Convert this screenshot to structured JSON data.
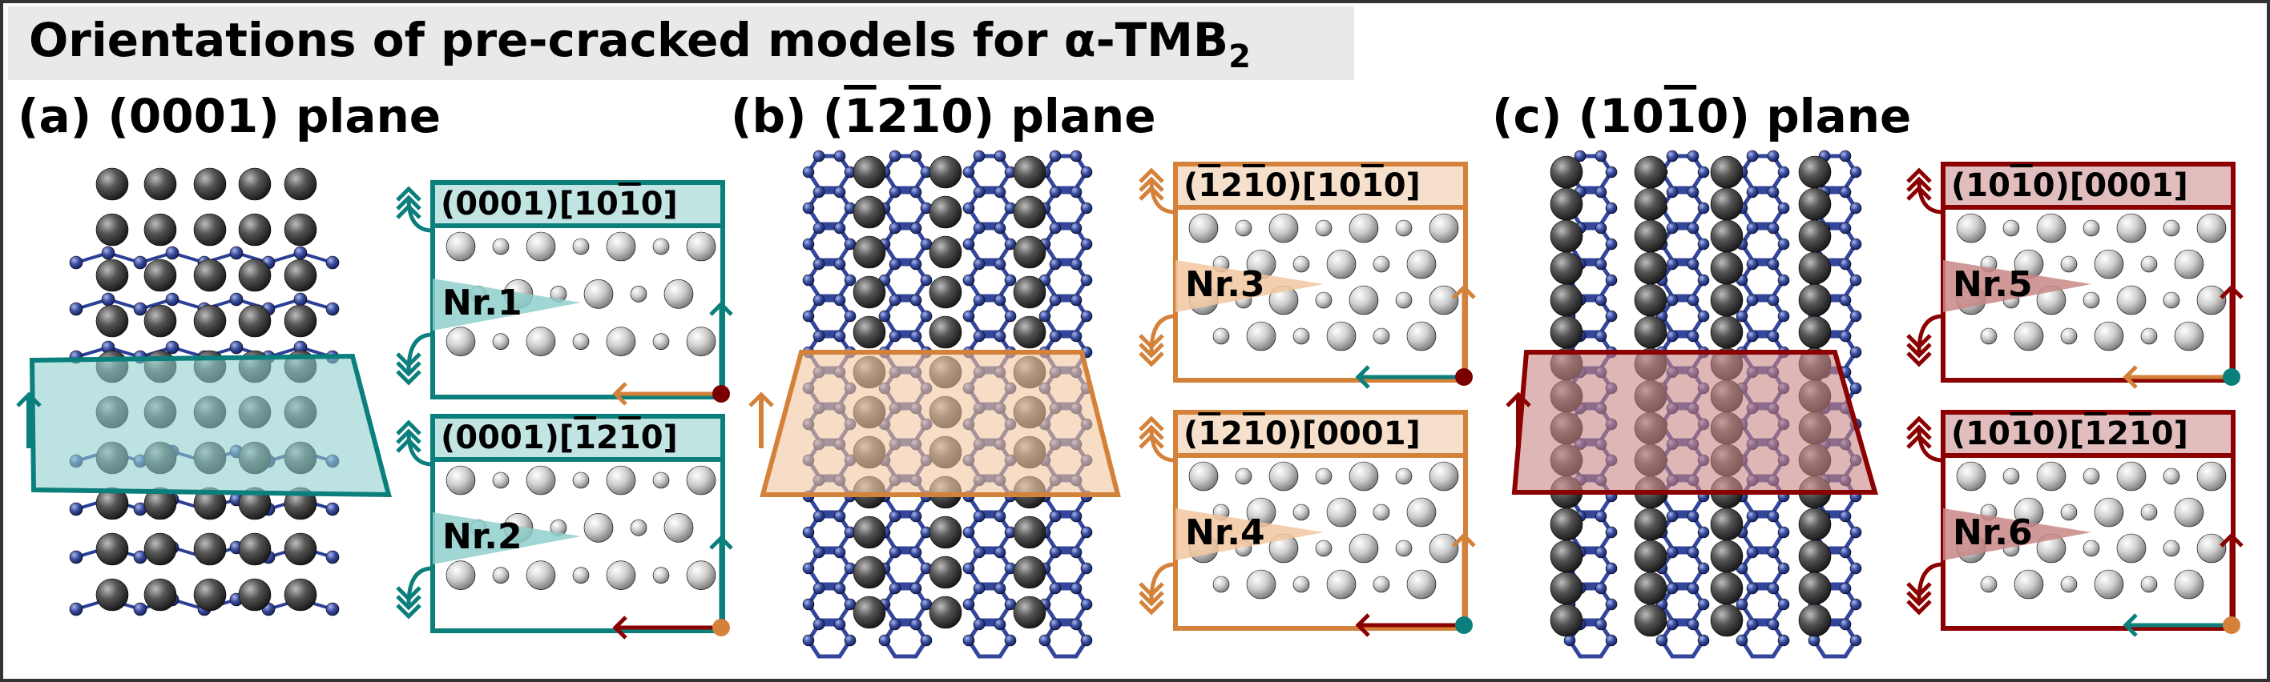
{
  "title": {
    "text": "Orientations of pre-cracked models for α-TMB",
    "subscript": "2"
  },
  "panels": [
    {
      "label": "(a) (0001) plane",
      "label_parts": [
        {
          "t": "(a) (0001) plane",
          "ol": false
        }
      ],
      "color": "#0b7f7b",
      "fill": "#8fcfcd",
      "insets": [
        {
          "header_parts": [
            {
              "t": "(0001)[10",
              "ol": false
            },
            {
              "t": "1",
              "ol": true
            },
            {
              "t": "0]",
              "ol": false
            }
          ],
          "crack_label": "Nr.1",
          "dot_color": "#7a0000",
          "bottom_arrow_color": "#d4813a"
        },
        {
          "header_parts": [
            {
              "t": "(0001)[",
              "ol": false
            },
            {
              "t": "1",
              "ol": true
            },
            {
              "t": "2",
              "ol": false
            },
            {
              "t": "1",
              "ol": true
            },
            {
              "t": "0]",
              "ol": false
            }
          ],
          "crack_label": "Nr.2",
          "dot_color": "#d4813a",
          "bottom_arrow_color": "#8b0000"
        }
      ]
    },
    {
      "label": "(b) (1̄21̄0) plane",
      "label_parts": [
        {
          "t": "(b) (",
          "ol": false
        },
        {
          "t": "1",
          "ol": true
        },
        {
          "t": "2",
          "ol": false
        },
        {
          "t": "1",
          "ol": true
        },
        {
          "t": "0) plane",
          "ol": false
        }
      ],
      "color": "#d4813a",
      "fill": "#f1c7a0",
      "insets": [
        {
          "header_parts": [
            {
              "t": "(",
              "ol": false
            },
            {
              "t": "1",
              "ol": true
            },
            {
              "t": "2",
              "ol": false
            },
            {
              "t": "1",
              "ol": true
            },
            {
              "t": "0)[10",
              "ol": false
            },
            {
              "t": "1",
              "ol": true
            },
            {
              "t": "0]",
              "ol": false
            }
          ],
          "crack_label": "Nr.3",
          "dot_color": "#7a0000",
          "bottom_arrow_color": "#0b7f7b"
        },
        {
          "header_parts": [
            {
              "t": "(",
              "ol": false
            },
            {
              "t": "1",
              "ol": true
            },
            {
              "t": "2",
              "ol": false
            },
            {
              "t": "1",
              "ol": true
            },
            {
              "t": "0)[0001]",
              "ol": false
            }
          ],
          "crack_label": "Nr.4",
          "dot_color": "#0b7f7b",
          "bottom_arrow_color": "#8b0000"
        }
      ]
    },
    {
      "label": "(c) (101̄0) plane",
      "label_parts": [
        {
          "t": "(c) (10",
          "ol": false
        },
        {
          "t": "1",
          "ol": true
        },
        {
          "t": "0) plane",
          "ol": false
        }
      ],
      "color": "#8b0000",
      "fill": "#c98686",
      "insets": [
        {
          "header_parts": [
            {
              "t": "(10",
              "ol": false
            },
            {
              "t": "1",
              "ol": true
            },
            {
              "t": "0)[0001]",
              "ol": false
            }
          ],
          "crack_label": "Nr.5",
          "dot_color": "#0b7f7b",
          "bottom_arrow_color": "#d4813a"
        },
        {
          "header_parts": [
            {
              "t": "(10",
              "ol": false
            },
            {
              "t": "1",
              "ol": true
            },
            {
              "t": "0)[",
              "ol": false
            },
            {
              "t": "1",
              "ol": true
            },
            {
              "t": "2",
              "ol": false
            },
            {
              "t": "1",
              "ol": true
            },
            {
              "t": "0]",
              "ol": false
            }
          ],
          "crack_label": "Nr.6",
          "dot_color": "#d4813a",
          "bottom_arrow_color": "#0b7f7b"
        }
      ]
    }
  ]
}
